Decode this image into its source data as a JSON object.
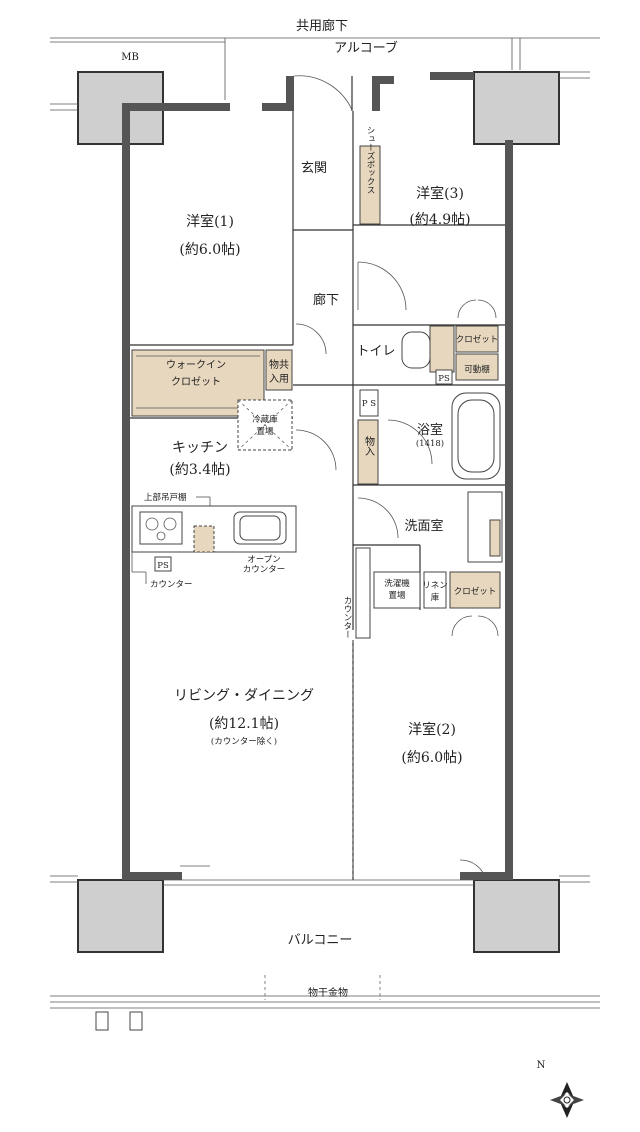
{
  "labels": {
    "common_corridor": "共用廊下",
    "mb": "MB",
    "alcove": "アルコーブ",
    "entrance": "玄関",
    "shoe_box": "シューズボックス",
    "western3_name": "洋室(3)",
    "western3_size": "(約4.9帖)",
    "western1_name": "洋室(1)",
    "western1_size": "(約6.0帖)",
    "hallway": "廊下",
    "toilet": "トイレ",
    "closet": "クロゼット",
    "movable_shelf": "可動棚",
    "ps": "PS",
    "p_s": "P S",
    "walkin_line1": "ウォークイン",
    "walkin_line2": "クロゼット",
    "common_storage_line1": "物共",
    "common_storage_line2": "入用",
    "fridge_line1": "冷蔵庫",
    "fridge_line2": "置場",
    "bathroom": "浴室",
    "bathroom_size": "(1418)",
    "storage": "物入",
    "kitchen_name": "キッチン",
    "kitchen_size": "(約3.4帖)",
    "upper_cabinet": "上部吊戸棚",
    "washroom": "洗面室",
    "open_counter_line1": "オープン",
    "open_counter_line2": "カウンター",
    "counter": "カウンター",
    "counter_v": "カウンター",
    "washer_line1": "洗濯機",
    "washer_line2": "置場",
    "linen_line1": "リネン",
    "linen_line2": "庫",
    "living_name": "リビング・ダイニング",
    "living_size": "(約12.1帖)",
    "living_note": "(カウンター除く)",
    "western2_name": "洋室(2)",
    "western2_size": "(約6.0帖)",
    "balcony": "バルコニー",
    "clothes_pole": "物干金物",
    "compass_n": "N"
  }
}
